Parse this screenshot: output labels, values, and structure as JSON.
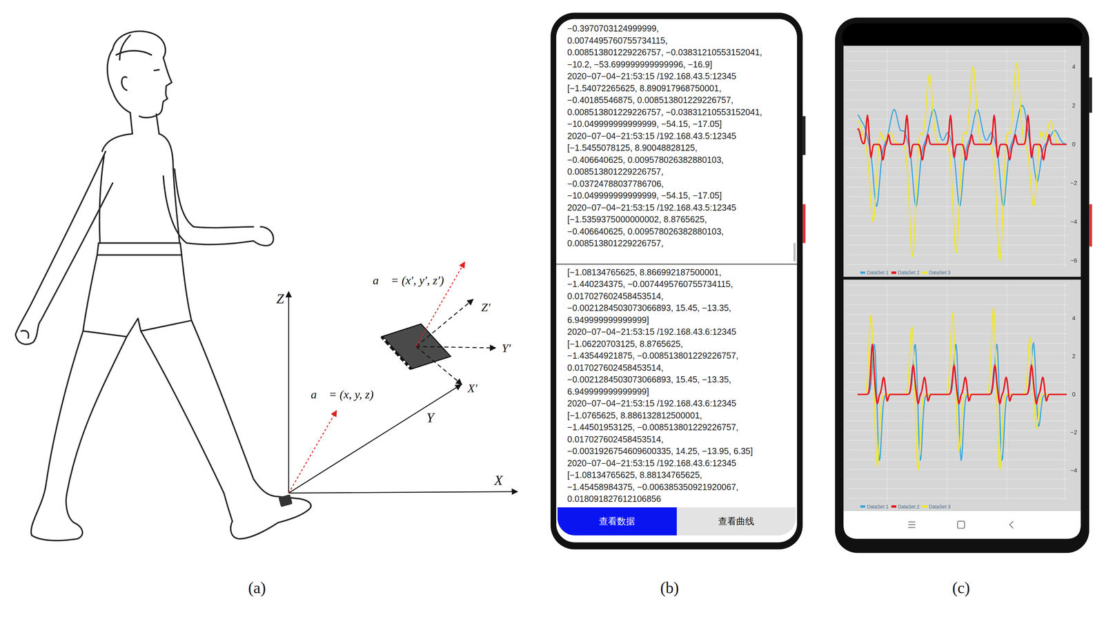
{
  "diagram": {
    "nodes": [
      {
        "text": [
          "−0.3970703124999999,",
          "0.0074495760755734115,",
          "0.008513801229226757, −0.03831210553152041,",
          "−10.2, −53.699999999999996, −16.9]",
          "2020−07−04−21:53:15 /192.168.43.5:12345",
          "[−1.54072265625, 8.890917968750001,",
          "−0.40185546875, 0.008513801229226757,",
          "0.008513801229226757, −0.03831210553152041,",
          "−10.049999999999999, −54.15, −17.05]",
          "2020−07−04−21:53:15 /192.168.43.5:12345",
          "[−1.5455078125, 8.90048828125,",
          "−0.406640625, 0.009578026382880103,",
          "0.008513801229226757,",
          "−0.03724788037786706,",
          "−10.049999999999999, −54.15, −17.05]",
          "2020−07−04−21:53:15 /192.168.43.5:12345",
          "[−1.5359375000000002, 8.8765625,",
          "−0.406640625, 0.009578026382880103,",
          "0.008513801229226757,"
        ]
      },
      {
        "text": [
          "[−1.08134765625, 8.866992187500001,",
          "−1.440234375, −0.0074495760755734115,",
          "0.017027602458453514,",
          "−0.0021284503073066893, 15.45, −13.35,",
          "6.949999999999999]",
          "2020−07−04−21:53:15 /192.168.43.6:12345",
          "[−1.06220703125, 8.8765625,",
          "−1.43544921875, −0.008513801229226757,",
          "0.017027602458453514,",
          "−0.0021284503073066893, 15.45, −13.35,",
          "6.949999999999999]",
          "2020−07−04−21:53:15 /192.168.43.6:12345",
          "[−1.0765625, 8.886132812500001,",
          "−1.44501953125, −0.008513801229226757,",
          "0.017027602458453514,",
          "−0.0031926754609600335, 14.25, −13.95, 6.35]",
          "2020−07−04−21:53:15 /192.168.43.6:12345",
          "[−1.08134765625, 8.88134765625,",
          "−1.45458984375, −0.006385350921920067,",
          "0.018091827612106856"
        ]
      },
      {
        "text": [
          "查看数据"
        ]
      },
      {
        "text": [
          "查看曲线"
        ]
      }
    ],
    "labels": [
      "Z",
      "Y",
      "X",
      "a⃗ = (x, y, z)",
      "a⃗ = (x′, y′, z′)",
      "Z′",
      "Y′",
      "X′",
      "(a)",
      "(b)",
      "(c)",
      "4",
      "2",
      "0",
      "−2",
      "−4",
      "−6",
      "4",
      "2",
      "0",
      "−2",
      "−4"
    ],
    "legend": [
      {
        "text": "DataSet 1",
        "color": "#3aa6dd"
      },
      {
        "text": "DataSet 2",
        "color": "#e8141e"
      },
      {
        "text": "DataSet 3",
        "color": "#f0e628"
      },
      {
        "text": "DataSet 1",
        "color": "#3aa6dd"
      },
      {
        "text": "DataSet 2",
        "color": "#e8141e"
      },
      {
        "text": "DataSet 3",
        "color": "#f0e628"
      }
    ]
  }
}
